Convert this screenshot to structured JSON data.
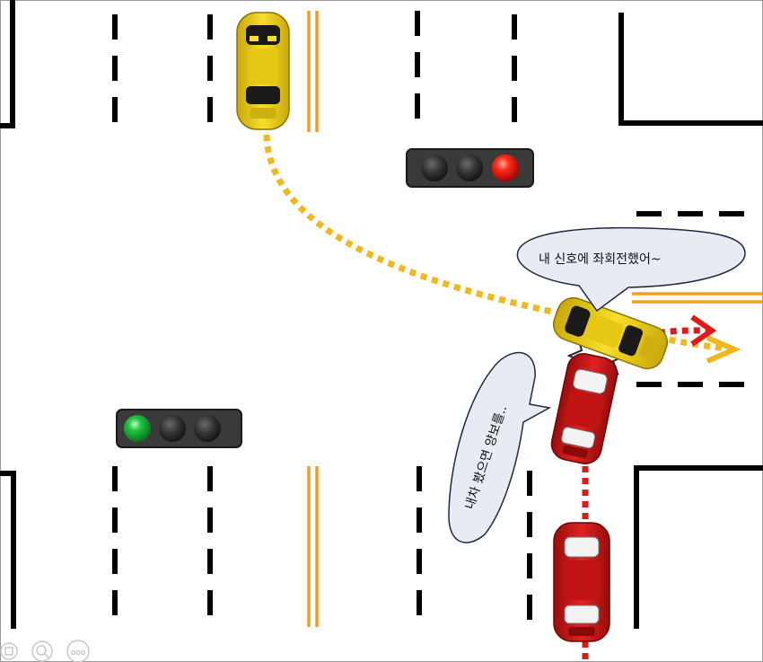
{
  "scene": {
    "colors": {
      "lane": "#000000",
      "center_line": "#f0a020",
      "yellow_car": "#f2d21c",
      "red_car": "#d01818",
      "yellow_path": "#f0b81e",
      "red_path": "#e01818",
      "signal_on_red": "#e02020",
      "signal_on_green": "#1fae3a",
      "signal_off": "#2c2c2c",
      "bubble_fill": "#e8ebf2",
      "bubble_stroke": "#1e2a44"
    },
    "traffic_lights": [
      {
        "name": "top-signal",
        "lit": "red"
      },
      {
        "name": "bottom-signal",
        "lit": "green"
      }
    ],
    "speech_bubbles": {
      "yellow_car": "내 신호에 좌회전했어~",
      "red_car": "내차 봤으면 양보를.."
    },
    "toolbar": {
      "icons": [
        "image-icon",
        "zoom-icon",
        "more-icon"
      ],
      "more_label": "ooo"
    }
  }
}
